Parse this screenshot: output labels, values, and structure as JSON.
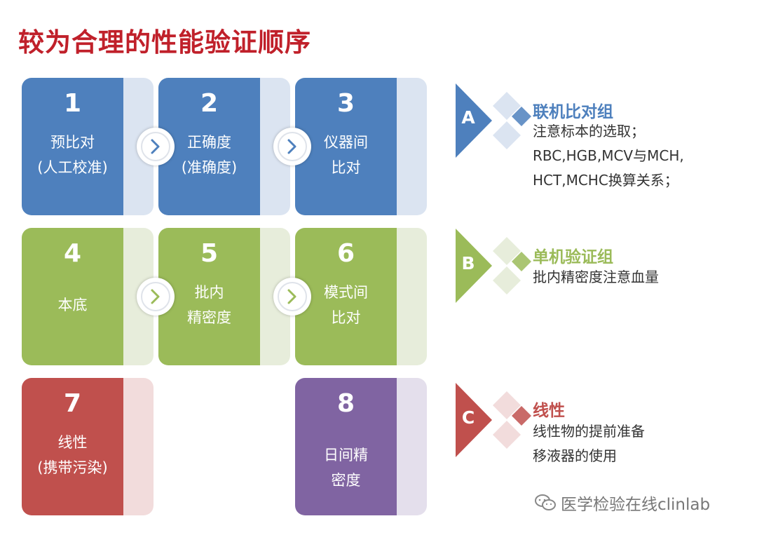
{
  "title": "较为合理的性能验证顺序",
  "colors": {
    "title": "#c0202a",
    "blue": "#4e80bd",
    "green": "#9bbb59",
    "red": "#c0504d",
    "purple": "#8064a2"
  },
  "steps": [
    {
      "number": "1",
      "lines": [
        "预比对",
        "(人工校准)"
      ]
    },
    {
      "number": "2",
      "lines": [
        "正确度",
        "(准确度)"
      ]
    },
    {
      "number": "3",
      "lines": [
        "仪器间",
        "比对"
      ]
    },
    {
      "number": "4",
      "lines": [
        "本底"
      ]
    },
    {
      "number": "5",
      "lines": [
        "批内",
        "精密度"
      ]
    },
    {
      "number": "6",
      "lines": [
        "模式间",
        "比对"
      ]
    },
    {
      "number": "7",
      "lines": [
        "线性",
        "(携带污染)"
      ]
    },
    {
      "number": "8",
      "lines": [
        "日间精",
        "密度"
      ]
    }
  ],
  "groups": [
    {
      "letter": "A",
      "title": "联机比对组",
      "lines": [
        "注意标本的选取；",
        "RBC,HGB,MCV与MCH,",
        "HCT,MCHC换算关系；"
      ]
    },
    {
      "letter": "B",
      "title": "单机验证组",
      "lines": [
        "批内精密度注意血量"
      ]
    },
    {
      "letter": "C",
      "title": "线性",
      "lines": [
        "线性物的提前准备",
        "移液器的使用"
      ]
    }
  ],
  "watermark": "医学检验在线clinlab",
  "icons": {
    "arrow": "chevron-right-icon",
    "watermark": "wechat-icon"
  }
}
